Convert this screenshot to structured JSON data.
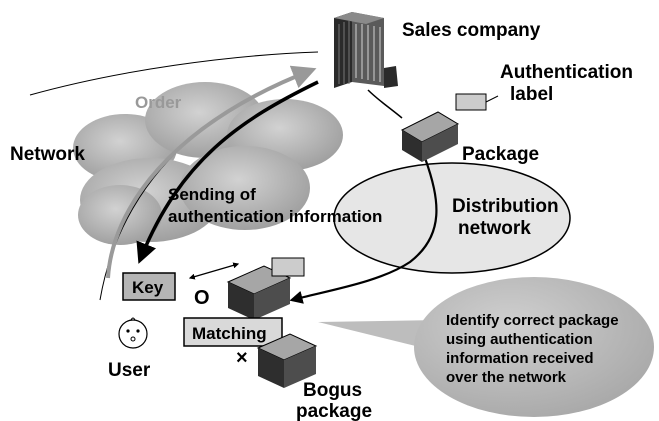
{
  "labels": {
    "sales_company": "Sales company",
    "authentication_label_line1": "Authentication",
    "authentication_label_line2": "label",
    "order": "Order",
    "network": "Network",
    "package": "Package",
    "sending_line1": "Sending of",
    "sending_line2": "authentication information",
    "distribution_line1": "Distribution",
    "distribution_line2": "network",
    "key": "Key",
    "matching": "Matching",
    "user": "User",
    "correct_mark": "O",
    "bogus_mark": "×",
    "bogus_line1": "Bogus",
    "bogus_line2": "package",
    "callout_line1": "Identify correct package",
    "callout_line2": "using authentication",
    "callout_line3": "information received",
    "callout_line4": "over the network"
  },
  "colors": {
    "cloud": "#b9b9b9",
    "ellipse": "#e6e6e6",
    "box_top": "#a6a6a6",
    "box_front": "#4d4d4d",
    "box_side": "#2e2e2e",
    "order_arrow": "#999999",
    "label_fill": "#cccccc",
    "callout": "#bdbdbd"
  },
  "icons": [
    "building-icon",
    "package-icon",
    "bogus-package-icon",
    "user-face-icon",
    "authentication-label-icon"
  ]
}
